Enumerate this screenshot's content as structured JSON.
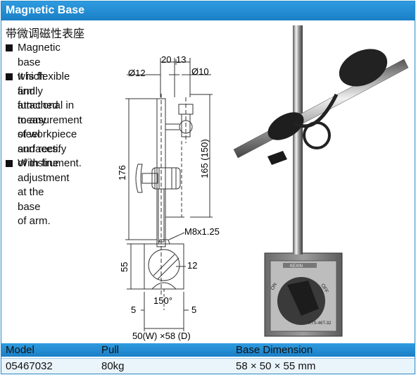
{
  "header": {
    "title": "Magnetic Base"
  },
  "subtitle": "带微调磁性表座",
  "bullets": [
    "Magnetic base which firmly attached to any steel\nsurfaces.",
    "It is flexible and\nfunctional in\nmeasurement\nof workpiece\nand rectify\nof instrument.",
    "With fine\nadjustment\nat the base\nof arm."
  ],
  "diagram": {
    "dim_d12": "Ø12",
    "dim_20": "20",
    "dim_13": "13",
    "dim_d10": "Ø10",
    "dim_176": "176",
    "dim_165": "165 (150)",
    "dim_m8": "M8x1.25",
    "dim_55": "55",
    "dim_12": "12",
    "dim_150deg": "150°",
    "dim_5_left": "5",
    "dim_5_right": "5",
    "dim_base": "50(W) ×58 (D)"
  },
  "photo": {
    "brand": "KEXIN",
    "model_label": "KTS-46T-32",
    "on": "ON",
    "off": "OFF"
  },
  "table": {
    "headers": [
      "Model",
      "Pull",
      "Base Dimension"
    ],
    "rows": [
      [
        "05467032",
        "80kg",
        "58 × 50 × 55 mm"
      ]
    ]
  },
  "colors": {
    "accent": "#1a7fc6",
    "row_bg": "#eaf4fb"
  }
}
